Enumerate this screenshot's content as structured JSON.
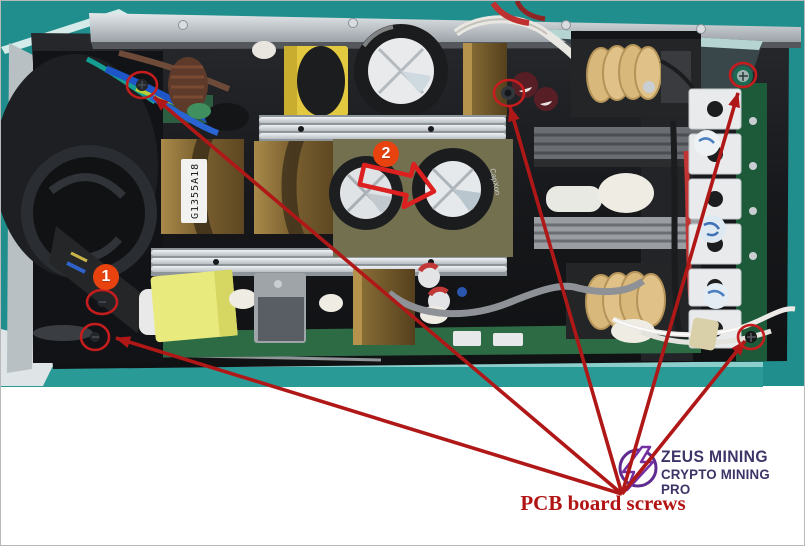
{
  "annotations": {
    "badge1": "1",
    "badge2": "2",
    "caption": "PCB board screws"
  },
  "logo": {
    "line1": "ZEUS MINING",
    "line2": "CRYPTO MINING PRO"
  },
  "photo": {
    "transformer_label": "G1355A18",
    "capacitor_brand": "CapXon"
  },
  "colors": {
    "background_teal": "#1f8e8c",
    "arrow_red": "#b01818",
    "circle_red": "#c51d1d",
    "badge_orange": "#e8430f",
    "caption_red": "#b21414",
    "logo_purple": "#6a2d91",
    "logo_text": "#3e3468"
  }
}
